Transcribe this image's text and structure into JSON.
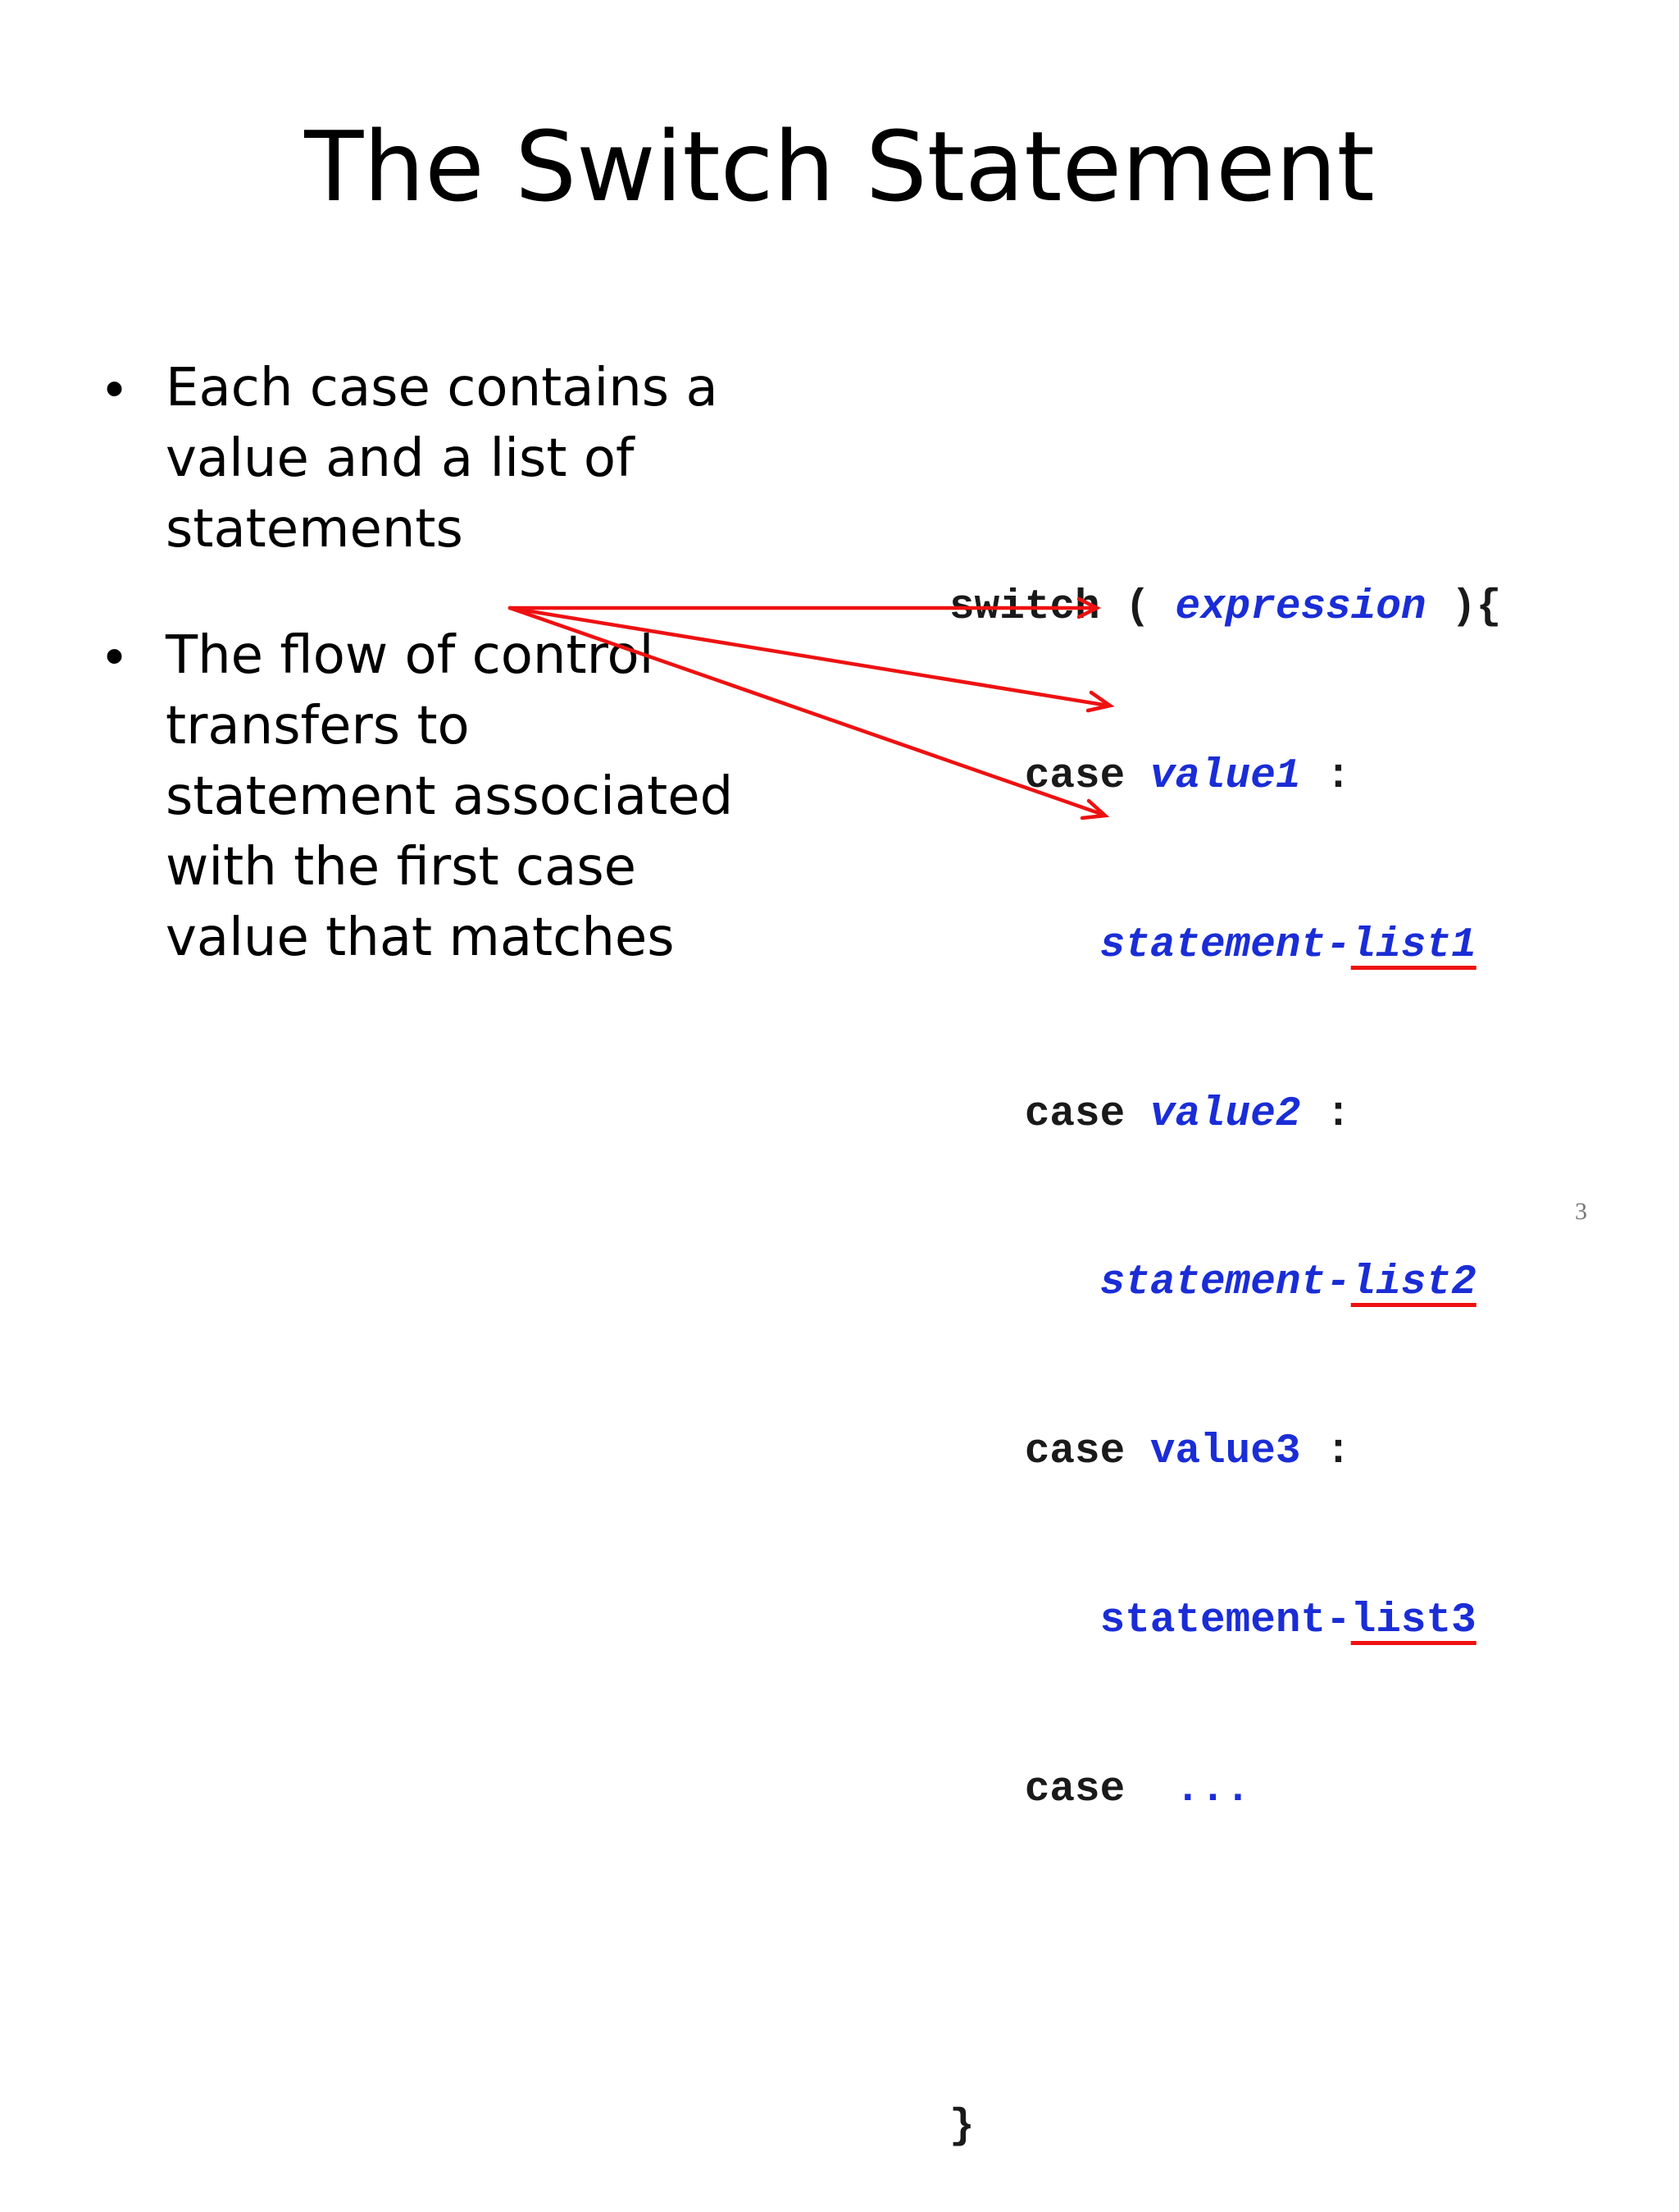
{
  "slide": {
    "title": "The Switch Statement",
    "page_number": "3"
  },
  "bullets": [
    {
      "text": "Each case contains a value and a list of statements"
    },
    {
      "text": "The flow of control transfers to statement associated with the first case value that matches"
    }
  ],
  "code": {
    "switch_kw": "switch",
    "open_paren": " ( ",
    "expression": "expression",
    "close": " ){",
    "case_kw": "case",
    "colon": " :",
    "value1": "value1",
    "value2": "value2",
    "value3": "value3",
    "stmt_prefix": "statement-",
    "list1": "list1",
    "list2": "list2",
    "list3": "list3",
    "ellipsis": "...",
    "closing_brace": "}"
  },
  "colors": {
    "code_keyword": "#1a1a1a",
    "code_placeholder": "#1a2dd6",
    "arrow": "#ee1111"
  }
}
